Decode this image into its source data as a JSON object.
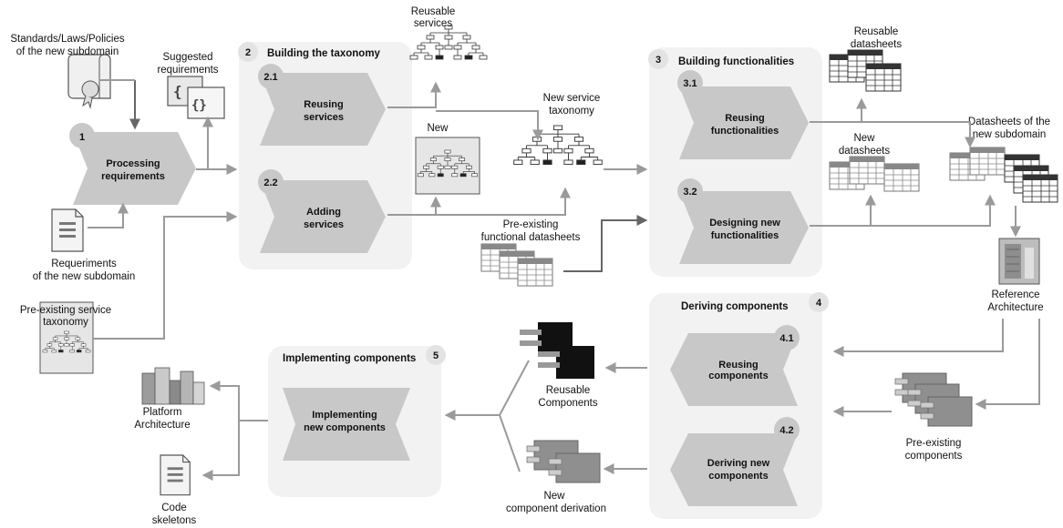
{
  "phases": {
    "p2": {
      "number": "2",
      "title": "Building the taxonomy"
    },
    "p3": {
      "number": "3",
      "title": "Building functionalities"
    },
    "p4": {
      "number": "4",
      "title": "Deriving components"
    },
    "p5": {
      "number": "5",
      "title": "Implementing components"
    }
  },
  "steps": {
    "s1": {
      "number": "1",
      "line1": "Processing",
      "line2": "requirements"
    },
    "s21": {
      "number": "2.1",
      "line1": "Reusing",
      "line2": "services"
    },
    "s22": {
      "number": "2.2",
      "line1": "Adding",
      "line2": "services"
    },
    "s31": {
      "number": "3.1",
      "line1": "Reusing",
      "line2": "functionalities"
    },
    "s32": {
      "number": "3.2",
      "line1": "Designing new",
      "line2": "functionalities"
    },
    "s41": {
      "number": "4.1",
      "line1": "Reusing",
      "line2": "components"
    },
    "s42": {
      "number": "4.2",
      "line1": "Deriving new",
      "line2": "components"
    },
    "s5": {
      "line1": "Implementing",
      "line2": "new components"
    }
  },
  "labels": {
    "standards": {
      "line1": "Standards/Laws/Policies",
      "line2": "of the new subdomain"
    },
    "suggested": {
      "line1": "Suggested",
      "line2": "requirements"
    },
    "requirements": {
      "line1": "Requeriments",
      "line2": "of the new subdomain"
    },
    "preexisting_taxonomy": {
      "line1": "Pre-existing service",
      "line2": "taxonomy"
    },
    "reusable_services": {
      "line1": "Reusable",
      "line2": "services"
    },
    "new_services": {
      "line1": "New"
    },
    "new_taxonomy": {
      "line1": "New service",
      "line2": "taxonomy"
    },
    "preexisting_datasheets": {
      "line1": "Pre-existing",
      "line2": "functional datasheets"
    },
    "reusable_datasheets": {
      "line1": "Reusable",
      "line2": "datasheets"
    },
    "new_datasheets": {
      "line1": "New",
      "line2": "datasheets"
    },
    "subdomain_datasheets": {
      "line1": "Datasheets of the",
      "line2": "new subdomain"
    },
    "reference_architecture": {
      "line1": "Reference",
      "line2": "Architecture"
    },
    "preexisting_components": {
      "line1": "Pre-existing",
      "line2": "components"
    },
    "reusable_components": {
      "line1": "Reusable",
      "line2": "Components"
    },
    "new_component_derivation": {
      "line1": "New",
      "line2": "component derivation"
    },
    "platform_architecture": {
      "line1": "Platform",
      "line2": "Architecture"
    },
    "code_skeletons": {
      "line1": "Code",
      "line2": "skeletons"
    }
  },
  "colors": {
    "panel": "#f2f2f2",
    "chevron": "#c8c8c8",
    "arrow": "#9a9a9a",
    "dark_arrow": "#666666"
  }
}
